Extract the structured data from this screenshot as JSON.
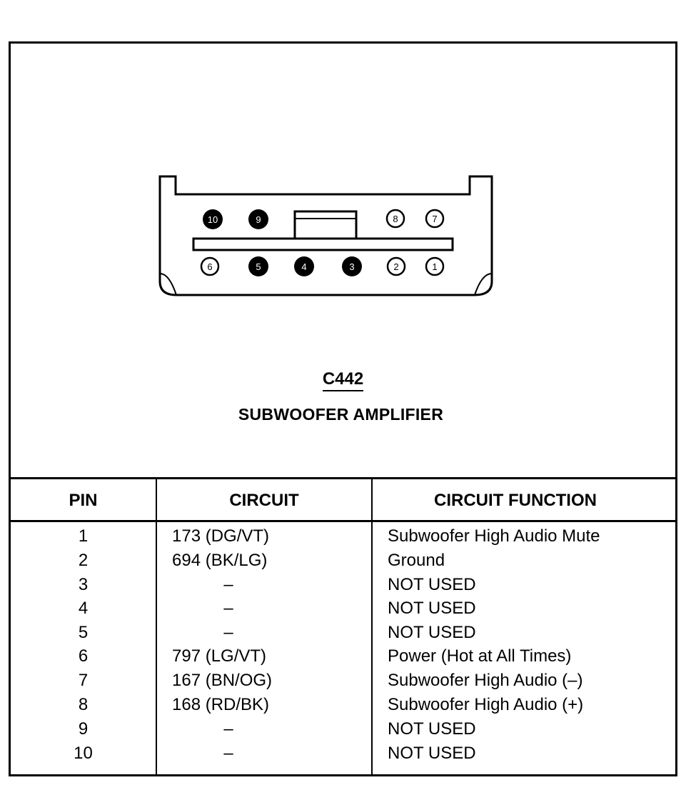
{
  "connector": {
    "id": "C442",
    "name": "SUBWOOFER AMPLIFIER",
    "pins_top": [
      "10",
      "9",
      "8",
      "7"
    ],
    "pins_bottom": [
      "6",
      "5",
      "4",
      "3",
      "2",
      "1"
    ]
  },
  "table": {
    "headers": {
      "pin": "PIN",
      "circuit": "CIRCUIT",
      "function": "CIRCUIT FUNCTION"
    },
    "rows": [
      {
        "pin": "1",
        "circuit": "173 (DG/VT)",
        "function": "Subwoofer High Audio Mute"
      },
      {
        "pin": "2",
        "circuit": "694 (BK/LG)",
        "function": "Ground"
      },
      {
        "pin": "3",
        "circuit": "–",
        "function": "NOT USED"
      },
      {
        "pin": "4",
        "circuit": "–",
        "function": "NOT USED"
      },
      {
        "pin": "5",
        "circuit": "–",
        "function": "NOT USED"
      },
      {
        "pin": "6",
        "circuit": "797 (LG/VT)",
        "function": "Power (Hot at All Times)"
      },
      {
        "pin": "7",
        "circuit": "167 (BN/OG)",
        "function": "Subwoofer High Audio (–)"
      },
      {
        "pin": "8",
        "circuit": "168 (RD/BK)",
        "function": "Subwoofer High Audio (+)"
      },
      {
        "pin": "9",
        "circuit": "–",
        "function": "NOT USED"
      },
      {
        "pin": "10",
        "circuit": "–",
        "function": "NOT USED"
      }
    ]
  }
}
